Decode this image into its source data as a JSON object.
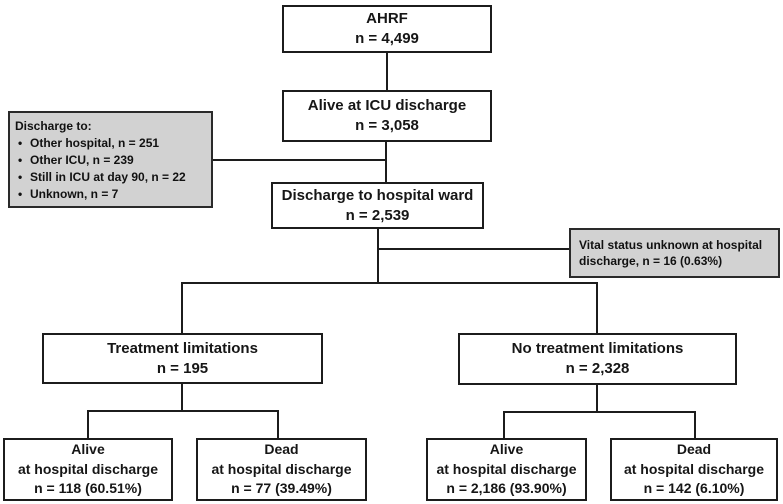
{
  "diagram": {
    "title": "AHRF patient flow diagram",
    "colors": {
      "box_fill": "#ffffff",
      "note_fill": "#d2d2d2",
      "border": "#1c1c1c",
      "line": "#1c1c1c",
      "text": "#161616"
    },
    "nodes": {
      "ahrf": {
        "title": "AHRF",
        "count": "n = 4,499"
      },
      "alive_icu_discharge": {
        "title": "Alive at ICU discharge",
        "count": "n = 3,058"
      },
      "discharge_ward": {
        "title": "Discharge to hospital ward",
        "count": "n = 2,539"
      },
      "treatment_limitations": {
        "title": "Treatment limitations",
        "count": "n = 195"
      },
      "no_treatment_limitations": {
        "title": "No treatment limitations",
        "count": "n = 2,328"
      },
      "alive_tl": {
        "line1": "Alive",
        "line2": "at hospital discharge",
        "count": "n = 118 (60.51%)"
      },
      "dead_tl": {
        "line1": "Dead",
        "line2": "at hospital discharge",
        "count": "n = 77 (39.49%)"
      },
      "alive_ntl": {
        "line1": "Alive",
        "line2": "at hospital discharge",
        "count": "n = 2,186 (93.90%)"
      },
      "dead_ntl": {
        "line1": "Dead",
        "line2": "at hospital discharge",
        "count": "n = 142 (6.10%)"
      }
    },
    "notes": {
      "discharge_to": {
        "title": "Discharge to:",
        "bullet": "•",
        "items": [
          "Other hospital, n = 251",
          "Other ICU, n = 239",
          "Still in ICU at day 90, n = 22",
          "Unknown, n = 7"
        ]
      },
      "vital_status": {
        "line1": "Vital status unknown at hospital",
        "line2": "discharge, n = 16 (0.63%)"
      }
    }
  }
}
